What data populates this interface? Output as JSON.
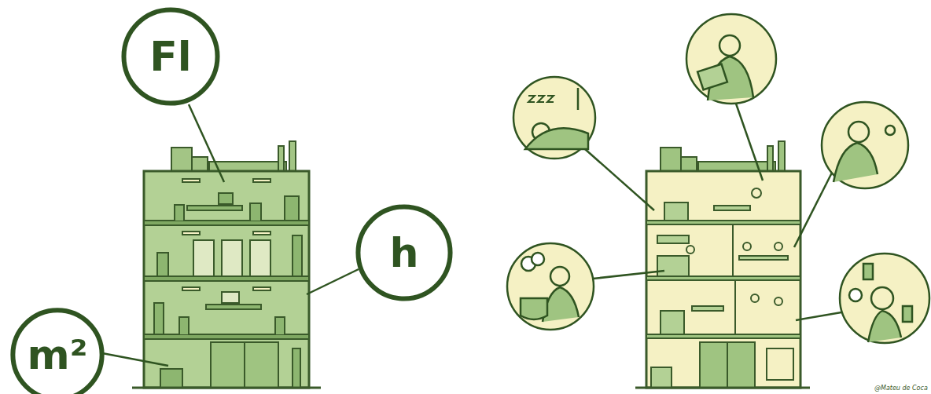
{
  "diagram": {
    "nodes": [
      {
        "text": [
          "Fl"
        ]
      },
      {
        "text": [
          "h"
        ]
      },
      {
        "text": [
          "m²"
        ]
      }
    ],
    "labels": [
      "@Mateu de Coca"
    ]
  }
}
